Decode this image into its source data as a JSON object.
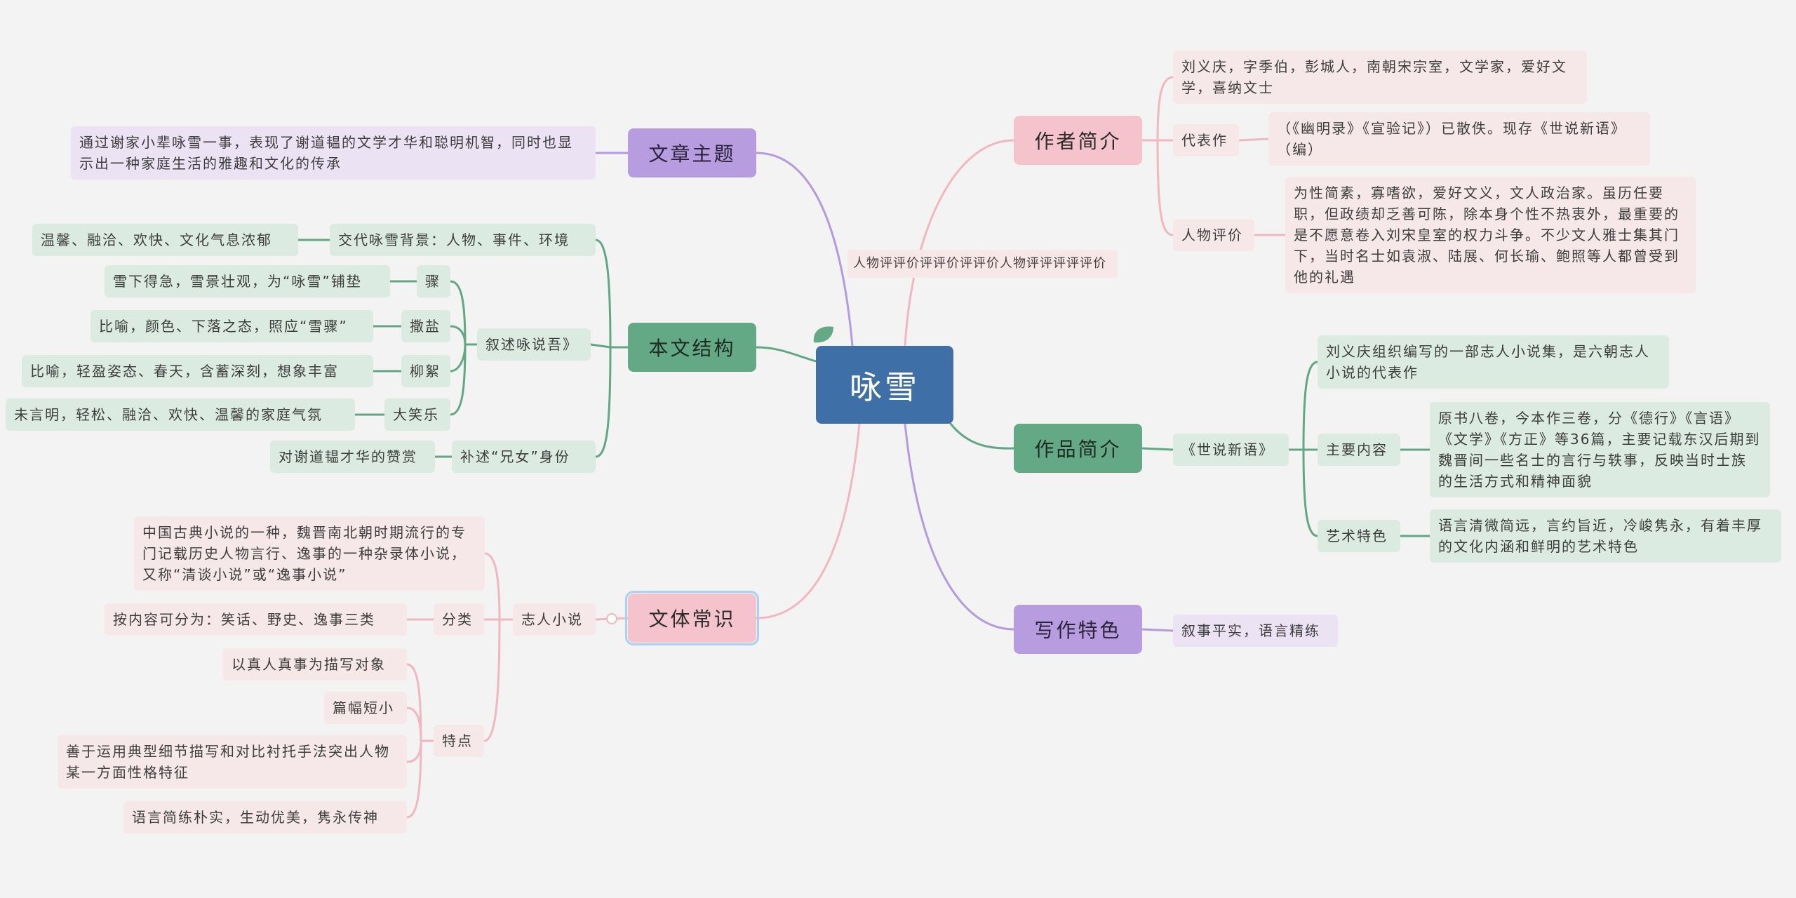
{
  "map": {
    "central_topic": "咏雪",
    "stray_label": "人物评评价评评价评评价人物评评评评评价",
    "author": {
      "label": "作者简介",
      "bio": "刘义庆，字季伯，彭城人，南朝宋宗室，文学家，爱好文学，喜纳文士",
      "works_label": "代表作",
      "works": "（《幽明录》《宣验记》）已散佚。现存《世说新语》（编）",
      "evaluation_label": "人物评价",
      "evaluation": "为性简素，寡嗜欲，爱好文义，文人政治家。虽历任要职，但政绩却乏善可陈，除本身个性不热衷外，最重要的是不愿意卷入刘宋皇室的权力斗争。不少文人雅士集其门下，当时名士如袁淑、陆展、何长瑜、鲍照等人都曾受到他的礼遇"
    },
    "work": {
      "label": "作品简介",
      "title": "《世说新语》",
      "definition": "刘义庆组织编写的一部志人小说集，是六朝志人小说的代表作",
      "content_label": "主要内容",
      "content": "原书八卷，今本作三卷，分《德行》《言语》《文学》《方正》等36篇，主要记载东汉后期到魏晋间一些名士的言行与轶事，反映当时士族的生活方式和精神面貌",
      "art_label": "艺术特色",
      "art": "语言清微简远，言约旨近，冷峻隽永，有着丰厚的文化内涵和鲜明的艺术特色"
    },
    "writing": {
      "label": "写作特色",
      "feature": "叙事平实，语言精练"
    },
    "theme": {
      "label": "文章主题",
      "text": "通过谢家小辈咏雪一事，表现了谢道韫的文学才华和聪明机智，同时也显示出一种家庭生活的雅趣和文化的传承"
    },
    "structure": {
      "label": "本文结构",
      "background": {
        "label": "交代咏雪背景：人物、事件、环境",
        "detail": "温馨、融洽、欢快、文化气息浓郁"
      },
      "narration": {
        "label": "叙述咏说吾》",
        "items": [
          {
            "label": "骤",
            "detail": "雪下得急，雪景壮观，为“咏雪”铺垫"
          },
          {
            "label": "撒盐",
            "detail": "比喻，颜色、下落之态，照应“雪骤”"
          },
          {
            "label": "柳絮",
            "detail": "比喻，轻盈姿态、春天，含蓄深刻，想象丰富"
          },
          {
            "label": "大笑乐",
            "detail": "未言明，轻松、融洽、欢快、温馨的家庭气氛"
          }
        ]
      },
      "supplement": {
        "label": "补述“兄女”身份",
        "detail": "对谢道韫才华的赞赏"
      }
    },
    "genre": {
      "label": "文体常识",
      "type": "志人小说",
      "definition": "中国古典小说的一种，魏晋南北朝时期流行的专门记载历史人物言行、逸事的一种杂录体小说，又称“清谈小说”或“逸事小说”",
      "category_label": "分类",
      "category": "按内容可分为：笑话、野史、逸事三类",
      "traits_label": "特点",
      "traits": [
        "以真人真事为描写对象",
        "篇幅短小",
        "善于运用典型细节描写和对比衬托手法突出人物某一方面性格特征",
        "语言简练朴实，生动优美，隽永传神"
      ]
    }
  },
  "colors": {
    "background": "#f3f3f3",
    "center": "#3e6fa6",
    "pink": "#f5c3cb",
    "green": "#63a985",
    "purple": "#b89ce0",
    "pink_leaf": "#f6e7e9",
    "green_leaf": "#dbebe2",
    "purple_leaf": "#ebe3f4",
    "pink_line": "#f2b6c0",
    "green_line": "#5fa883",
    "purple_line": "#b49ade",
    "selection": "#a6d2f5"
  }
}
